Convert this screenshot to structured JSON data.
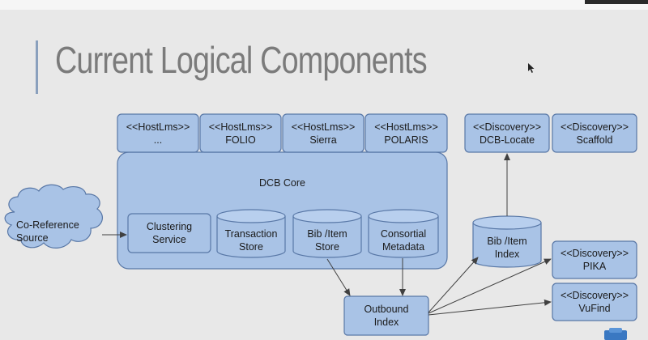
{
  "slide": {
    "title": "Current Logical Components"
  },
  "colors": {
    "box_fill": "#a9c3e6",
    "box_stroke": "#5877a6",
    "core_fill": "#a9c3e6",
    "text": "#1a1a1a",
    "title": "#7b7b7b",
    "arrow": "#404040"
  },
  "host_lms": [
    {
      "stereotype": "<<HostLms>>",
      "name": "..."
    },
    {
      "stereotype": "<<HostLms>>",
      "name": "FOLIO"
    },
    {
      "stereotype": "<<HostLms>>",
      "name": "Sierra"
    },
    {
      "stereotype": "<<HostLms>>",
      "name": "POLARIS"
    }
  ],
  "discovery_top": [
    {
      "stereotype": "<<Discovery>>",
      "name": "DCB-Locate"
    },
    {
      "stereotype": "<<Discovery>>",
      "name": "Scaffold"
    }
  ],
  "discovery_right": [
    {
      "stereotype": "<<Discovery>>",
      "name": "PIKA"
    },
    {
      "stereotype": "<<Discovery>>",
      "name": "VuFind"
    }
  ],
  "core": {
    "label": "DCB Core",
    "clustering": {
      "line1": "Clustering",
      "line2": "Service"
    },
    "stores": [
      {
        "line1": "Transaction",
        "line2": "Store"
      },
      {
        "line1": "Bib /Item",
        "line2": "Store"
      },
      {
        "line1": "Consortial",
        "line2": "Metadata"
      }
    ]
  },
  "co_reference": {
    "line1": "Co-Reference",
    "line2": "Source"
  },
  "bib_item_index": {
    "line1": "Bib /Item",
    "line2": "Index"
  },
  "outbound_index": {
    "line1": "Outbound",
    "line2": "Index"
  }
}
